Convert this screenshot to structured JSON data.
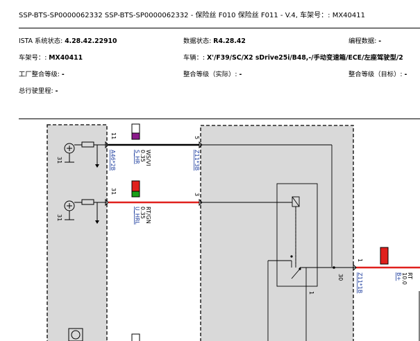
{
  "document": {
    "title": "SSP-BTS-SP0000062332 SSP-BTS-SP0000062332 - 保险丝 F010 保险丝 F011 - V.4, 车架号：: MX40411"
  },
  "info": {
    "ista_label": "ISTA 系统状态: ",
    "ista_value": "4.28.42.22910",
    "data_status_label": "数据状态: ",
    "data_status_value": "R4.28.42",
    "prog_label": "编程数据: ",
    "prog_value": "-",
    "vin_label": "车架号：: ",
    "vin_value": "MX40411",
    "vehicle_label": "车辆：: ",
    "vehicle_value": "X'/F39/SC/X2 sDrive25i/B48,-/手动变速箱/ECE/左座驾驶型/2",
    "factory_label": "工厂整合等级: ",
    "factory_value": "-",
    "actual_label": "整合等级（实际）: ",
    "actual_value": "-",
    "target_label": "整合等级（目标）: ",
    "target_value": "-",
    "mileage_label": "总行驶里程: ",
    "mileage_value": "-"
  },
  "diagram": {
    "colors": {
      "wire_black": "#000000",
      "wire_red": "#e0201c",
      "module_fill": "#d9d9d9",
      "violet": "#8b1a8b",
      "green": "#19a019",
      "red": "#e0201c"
    },
    "left_module": {
      "sensor1_pin": "31",
      "sensor1_ref": "31",
      "sensor2_pin": "31",
      "sensor2_ref": "31"
    },
    "wire_top": {
      "pin_left": "11",
      "connector_left": "A46*2B",
      "pin_right": "5",
      "connector_right": "Z11*3B",
      "signal": "S_HR",
      "size": "0.35",
      "color_code": "WS/VI"
    },
    "wire_mid": {
      "pin_left": "31",
      "pin_right": "3",
      "signal": "U_HRL",
      "size": "0.35",
      "color_code": "RT/GN"
    },
    "right_module": {
      "pin_30": "30",
      "pin_1": "1"
    },
    "wire_supply": {
      "pin": "1",
      "connector": "Z11*1B",
      "signal": "B+",
      "size": "10.0",
      "color_code": "RT"
    }
  }
}
